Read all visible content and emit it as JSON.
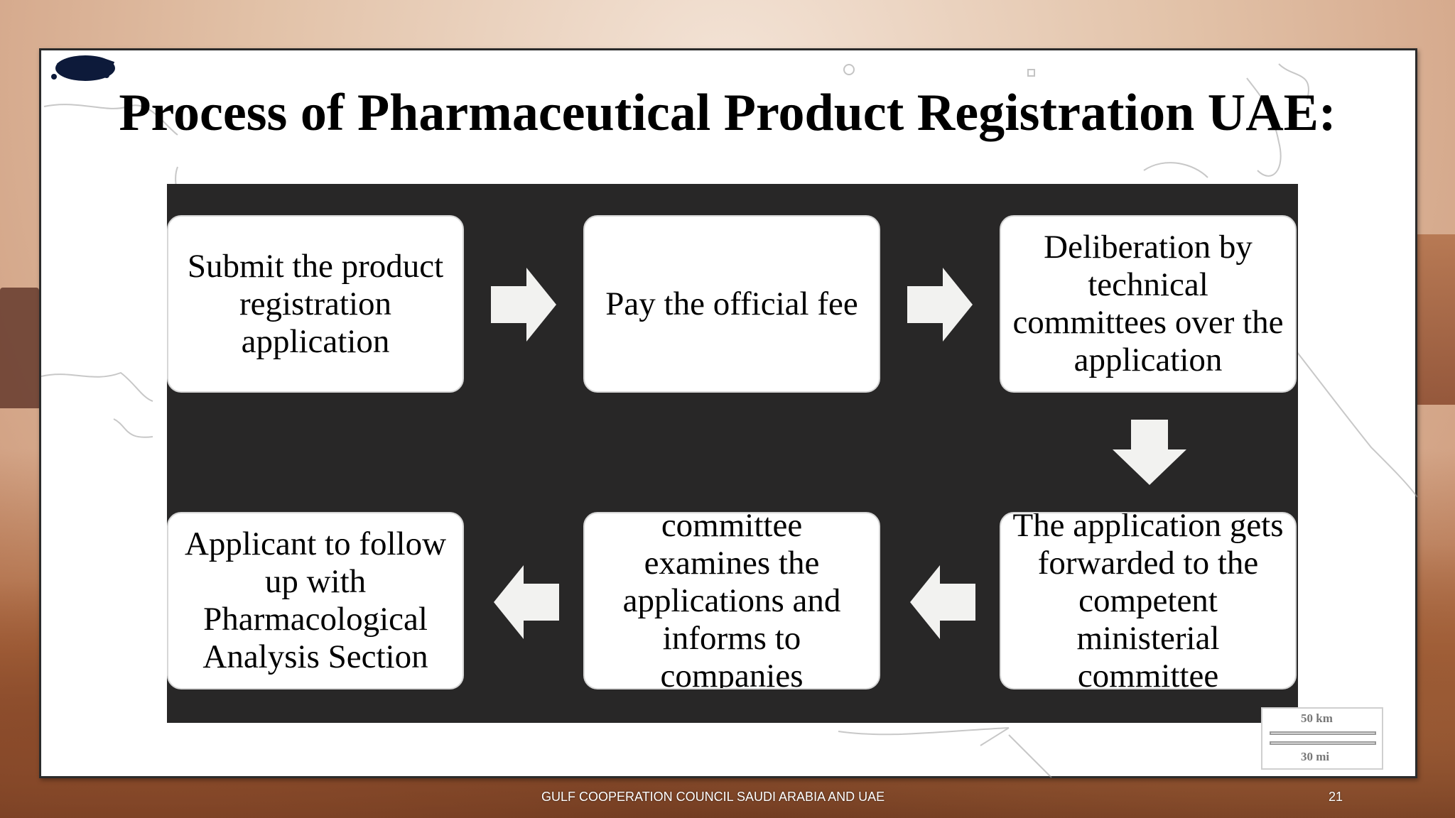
{
  "title": "Process of Pharmaceutical Product Registration UAE:",
  "steps": [
    {
      "id": 1,
      "text": "Submit the product registration application"
    },
    {
      "id": 2,
      "text": "Pay the official fee"
    },
    {
      "id": 3,
      "text": "Deliberation by technical committees over the application"
    },
    {
      "id": 4,
      "text": "The application gets forwarded to the competent ministerial committee"
    },
    {
      "id": 5,
      "text": "committee examines the applications and informs to companies"
    },
    {
      "id": 6,
      "text": "Applicant to follow up with Pharmacological Analysis Section"
    }
  ],
  "flow": [
    "1->2",
    "2->3",
    "3->4",
    "4->5",
    "5->6"
  ],
  "map_scale": {
    "km": "50 km",
    "mi": "30 mi"
  },
  "footer": "GULF COOPERATION COUNCIL SAUDI ARABIA AND UAE",
  "page_number": "21",
  "colors": {
    "diagram_background": "#282727",
    "step_box": "#ffffff",
    "arrow": "#f2f2f0",
    "title": "#000000"
  }
}
